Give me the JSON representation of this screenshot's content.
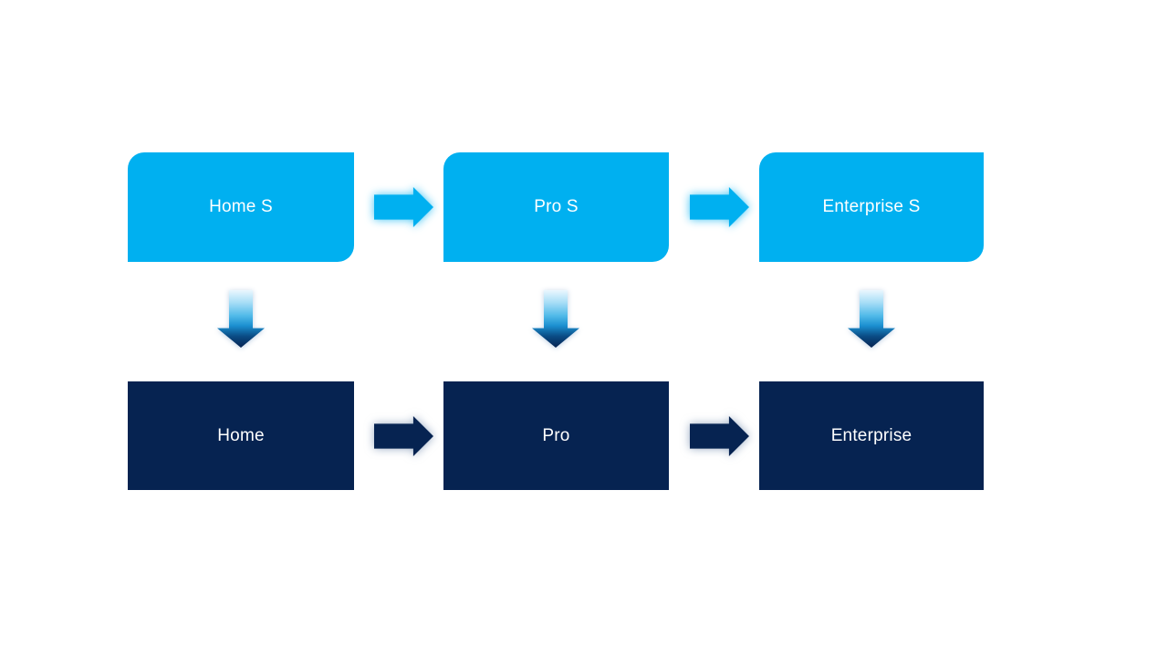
{
  "diagram": {
    "type": "process-flow",
    "columns": [
      {
        "top_label": "Home S",
        "bottom_label": "Home"
      },
      {
        "top_label": "Pro S",
        "bottom_label": "Pro"
      },
      {
        "top_label": "Enterprise S",
        "bottom_label": "Enterprise"
      }
    ],
    "icons": {
      "horizontal_connector": "right-arrow-icon",
      "vertical_connector": "down-arrow-icon"
    }
  },
  "colors": {
    "light_blue": "#00B0F0",
    "dark_navy": "#062351",
    "text": "#FFFFFF",
    "background": "#FFFFFF"
  }
}
